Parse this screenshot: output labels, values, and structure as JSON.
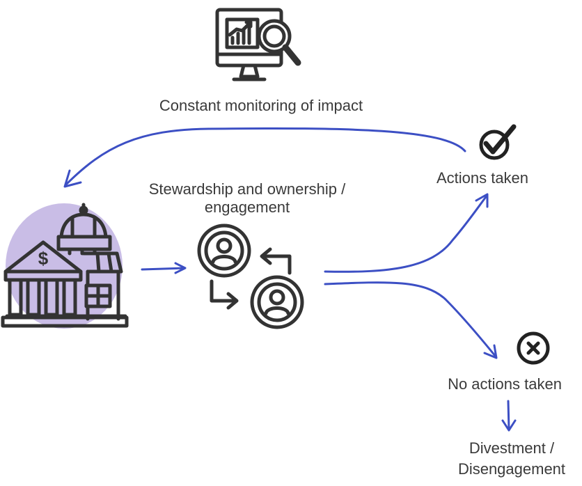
{
  "diagram": {
    "monitoring_label": "Constant monitoring of impact",
    "stewardship_label_line1": "Stewardship and ownership /",
    "stewardship_label_line2": "engagement",
    "actions_taken_label": "Actions taken",
    "no_actions_label": "No actions taken",
    "divestment_line1": "Divestment /",
    "divestment_line2": "Disengagement",
    "bank_sign": "$"
  },
  "colors": {
    "arrow": "#3c4fc4",
    "icon_stroke": "#333333",
    "bank_blob": "#c9bde6"
  },
  "icons": {
    "monitor": "monitor-chart-magnifier-icon",
    "bank": "bank-building-icon",
    "engagement": "people-exchange-icon",
    "check": "check-circle-icon",
    "cross": "x-circle-icon"
  }
}
